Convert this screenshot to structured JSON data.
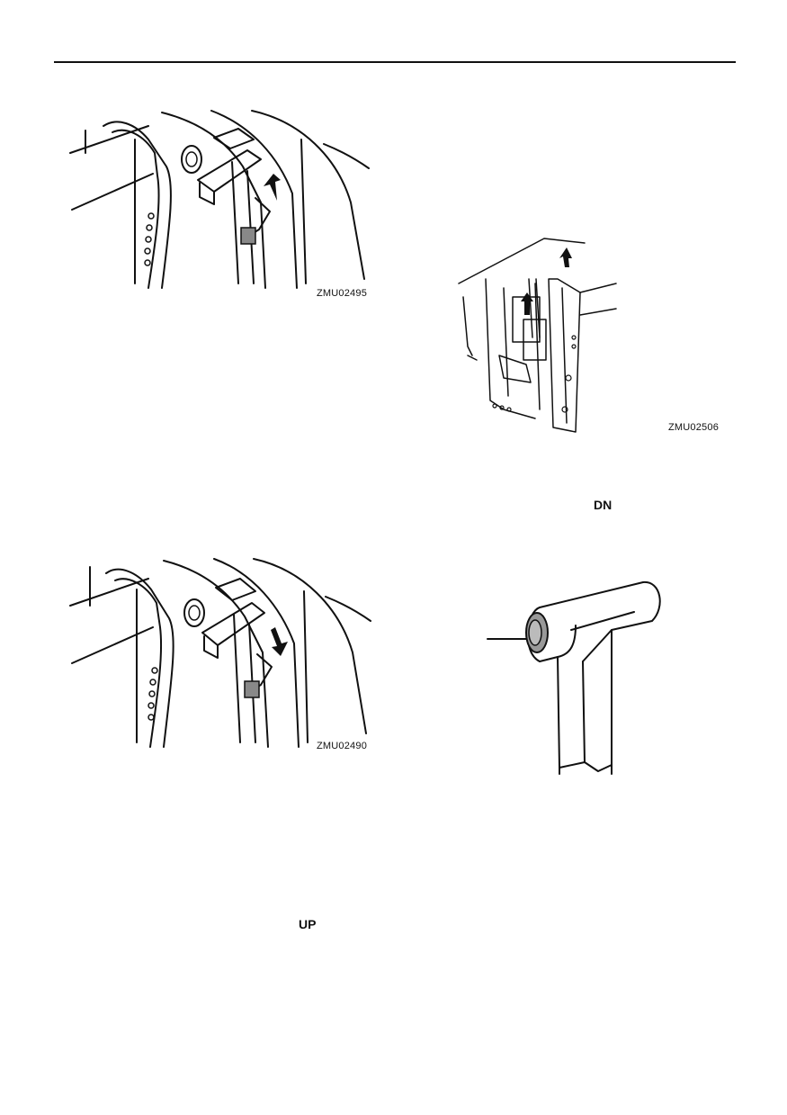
{
  "figures": {
    "fig1": {
      "code": "ZMU02495"
    },
    "fig2": {
      "code": "ZMU02506"
    },
    "fig3": {
      "code": "ZMU02490"
    },
    "fig4": {
      "code": ""
    }
  },
  "labels": {
    "dn": "DN",
    "up": "UP"
  }
}
